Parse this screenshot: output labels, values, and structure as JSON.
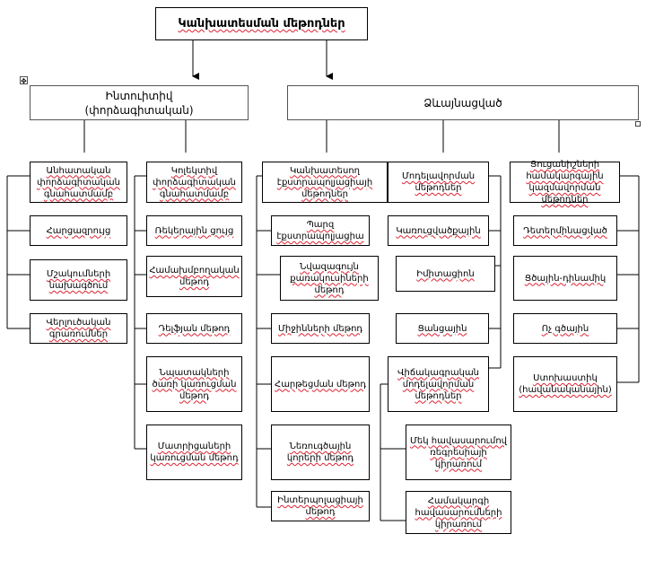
{
  "title": "Կանխատեսման մեթոդներ",
  "top": {
    "left": "Ինտուիտիվ (փորձագիտական)",
    "right": "Ձևայնացված"
  },
  "headers": {
    "individual": "Անհատական փորձագիտական գնահատմամբ",
    "collective": "Կոլեկտիվ փորձագիտական գնահատմամբ",
    "extrapolation": "Կանխատեսող էքստրապոլյացիայի մեթոդներ",
    "modeling": "Մոդելավորման մեթոդներ",
    "systemic": "Ցուցանիշների համակարգային կազմավորման մեթոդներ"
  },
  "individual": {
    "interview": "Հարցազրույց",
    "analytical": "Մշակումների նախագծում",
    "scenario": "Վերլուծական գրառումներ"
  },
  "collective": {
    "commission": "Ռեկերային ցույց",
    "brainstorm": "Համախմբողական մեթոդ",
    "delphi": "Դելֆյան մեթոդ",
    "goal_tree": "Նպատակների ծառի կառուցման մեթոդ",
    "matrix": "Մատրիցաների կառուցման մեթոդ"
  },
  "extrapolation": {
    "simple": "Պարզ էքստրապոլյացիա",
    "least_squares": "Նվազագույն քառակուսիների մեթոդ",
    "moving_avg": "Միջինների մեթոդ",
    "exp_smoothing": "Հարթեցման մեթոդ",
    "curves": "Նեռուգծային կորերի մեթոդ",
    "harmonic": "Ինտերպոլացիայի մեթոդ"
  },
  "modeling": {
    "structural": "Կառուցվածքային",
    "network": "Իմիտացիոն",
    "matrix": "Ցանցային",
    "statistical": "Վիճակագրական մոդելավորման մեթոդներ",
    "single_regression": "Մեկ հավասարումով ռեգրեսիայի կիրառում",
    "system_regression": "Համակարգի հավասարումների կիրառում"
  },
  "systemic": {
    "normative": "Դետերմինացված",
    "dynamic": "Ցծային-դինամիկ",
    "nonlinear": "Ոչ գծային",
    "stochastic": "Ստոխաստիկ (հավանականային)"
  }
}
